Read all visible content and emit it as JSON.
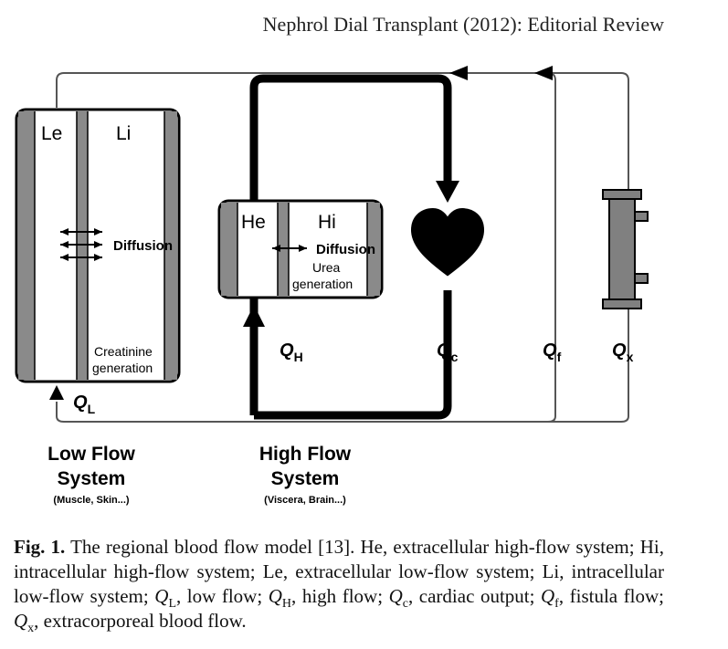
{
  "header": "Nephrol Dial Transplant (2012): Editorial Review",
  "compartments": {
    "le": "Le",
    "li": "Li",
    "he": "He",
    "hi": "Hi"
  },
  "labels": {
    "diffusion_low": "Diffusion",
    "diffusion_high": "Diffusion",
    "creatinine_line1": "Creatinine",
    "creatinine_line2": "generation",
    "urea_line1": "Urea",
    "urea_line2": "generation"
  },
  "flows": {
    "ql": {
      "symbol": "Q",
      "sub": "L"
    },
    "qh": {
      "symbol": "Q",
      "sub": "H"
    },
    "qc": {
      "symbol": "Q",
      "sub": "c"
    },
    "qf": {
      "symbol": "Q",
      "sub": "f"
    },
    "qx": {
      "symbol": "Q",
      "sub": "x"
    }
  },
  "systems": {
    "low": {
      "line1": "Low Flow",
      "line2": "System",
      "note": "(Muscle, Skin...)"
    },
    "high": {
      "line1": "High Flow",
      "line2": "System",
      "note": "(Viscera, Brain...)"
    }
  },
  "caption": {
    "fig": "Fig. 1.",
    "t1": " The regional blood flow model [13]. He, extracellular high-flow system; Hi, intracellular high-flow system; Le, extracellular low-flow system; Li, intracellular low-flow system; ",
    "ql_sym": "Q",
    "ql_sub": "L",
    "t2": ", low flow; ",
    "qh_sym": "Q",
    "qh_sub": "H",
    "t3": ", high flow; ",
    "qc_sym": "Q",
    "qc_sub": "c",
    "t4": ", cardiac output; ",
    "qf_sym": "Q",
    "qf_sub": "f",
    "t5": ", fistula flow; ",
    "qx_sym": "Q",
    "qx_sub": "x",
    "t6": ", extracorporeal blood flow."
  }
}
